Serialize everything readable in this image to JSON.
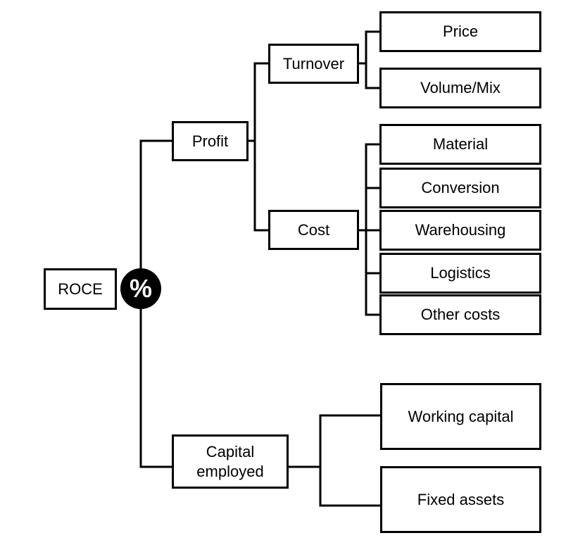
{
  "root": {
    "label": "ROCE",
    "operator": "%"
  },
  "profit": {
    "label": "Profit",
    "turnover": {
      "label": "Turnover",
      "children": [
        "Price",
        "Volume/Mix"
      ]
    },
    "cost": {
      "label": "Cost",
      "children": [
        "Material",
        "Conversion",
        "Warehousing",
        "Logistics",
        "Other costs"
      ]
    }
  },
  "capital": {
    "label_line1": "Capital",
    "label_line2": "employed",
    "children": [
      "Working capital",
      "Fixed assets"
    ]
  }
}
